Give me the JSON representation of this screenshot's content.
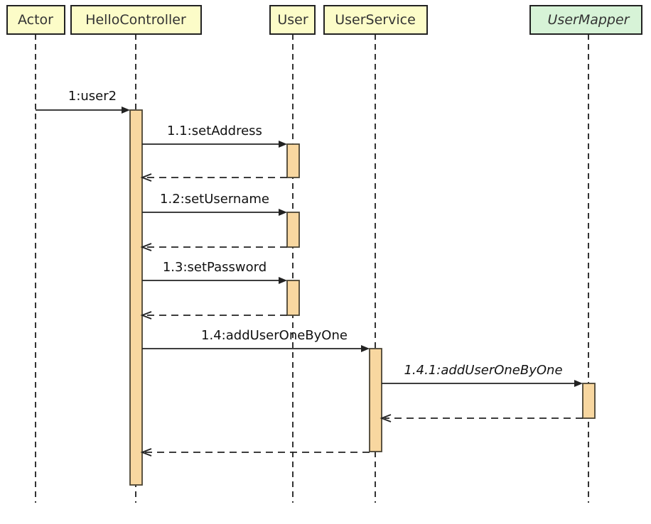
{
  "diagram": {
    "type": "uml-sequence-diagram",
    "participants": [
      {
        "label": "Actor",
        "kind": "class"
      },
      {
        "label": "HelloController",
        "kind": "class"
      },
      {
        "label": "User",
        "kind": "class"
      },
      {
        "label": "UserService",
        "kind": "class"
      },
      {
        "label": "UserMapper",
        "kind": "interface-italic"
      }
    ],
    "messages": [
      {
        "label": "1:user2",
        "from": "Actor",
        "to": "HelloController",
        "type": "call"
      },
      {
        "label": "1.1:setAddress",
        "from": "HelloController",
        "to": "User",
        "type": "call"
      },
      {
        "label": "1.2:setUsername",
        "from": "HelloController",
        "to": "User",
        "type": "call"
      },
      {
        "label": "1.3:setPassword",
        "from": "HelloController",
        "to": "User",
        "type": "call"
      },
      {
        "label": "1.4:addUserOneByOne",
        "from": "HelloController",
        "to": "UserService",
        "type": "call"
      },
      {
        "label": "1.4.1:addUserOneByOne",
        "from": "UserService",
        "to": "UserMapper",
        "type": "call",
        "italic": true
      }
    ],
    "returns": [
      {
        "from": "User",
        "to": "HelloController",
        "after": "1.1:setAddress"
      },
      {
        "from": "User",
        "to": "HelloController",
        "after": "1.2:setUsername"
      },
      {
        "from": "User",
        "to": "HelloController",
        "after": "1.3:setPassword"
      },
      {
        "from": "UserMapper",
        "to": "UserService",
        "after": "1.4.1:addUserOneByOne"
      },
      {
        "from": "UserService",
        "to": "HelloController",
        "after": "1.4:addUserOneByOne"
      }
    ],
    "colors": {
      "participant_fill": "#FCFCC8",
      "interface_fill": "#D7F3D7",
      "activation_fill": "#F8D7A0",
      "border": "#222222",
      "text": "#333333"
    }
  }
}
